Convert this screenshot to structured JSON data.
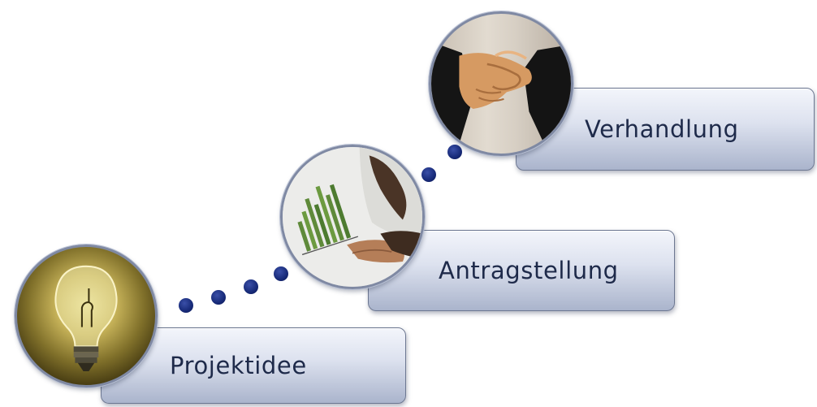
{
  "steps": [
    {
      "label": "Projektidee",
      "image": "lightbulb-photo"
    },
    {
      "label": "Antragstellung",
      "image": "bar-chart-document-photo"
    },
    {
      "label": "Verhandlung",
      "image": "handshake-photo"
    }
  ],
  "colors": {
    "box_border": "#6c7791",
    "box_text": "#1e2a4a",
    "dot": "#172a78",
    "circle_border": "#7f89a3"
  }
}
